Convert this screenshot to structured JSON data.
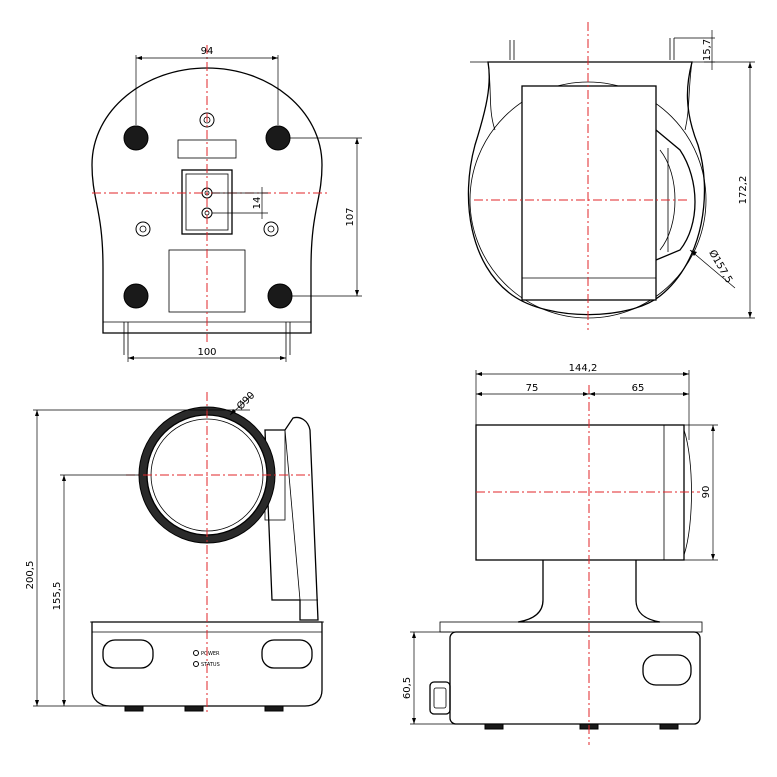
{
  "views": {
    "bottom": {
      "dim_width_top": "94",
      "dim_width_bottom": "100",
      "dim_hole_spacing": "107",
      "dim_mount_offset": "14"
    },
    "side_top": {
      "dim_height": "172,2",
      "dim_top_offset": "15,7",
      "dim_diameter": "Ø157,5"
    },
    "front": {
      "dim_lens_diameter": "Ø90",
      "dim_total_height": "200,5",
      "dim_axis_height": "155,5",
      "label_power": "POWER",
      "label_status": "STATUS"
    },
    "side": {
      "dim_total_depth": "144,2",
      "dim_front": "75",
      "dim_rear": "65",
      "dim_head_height": "90",
      "dim_base_height": "60,5"
    }
  }
}
